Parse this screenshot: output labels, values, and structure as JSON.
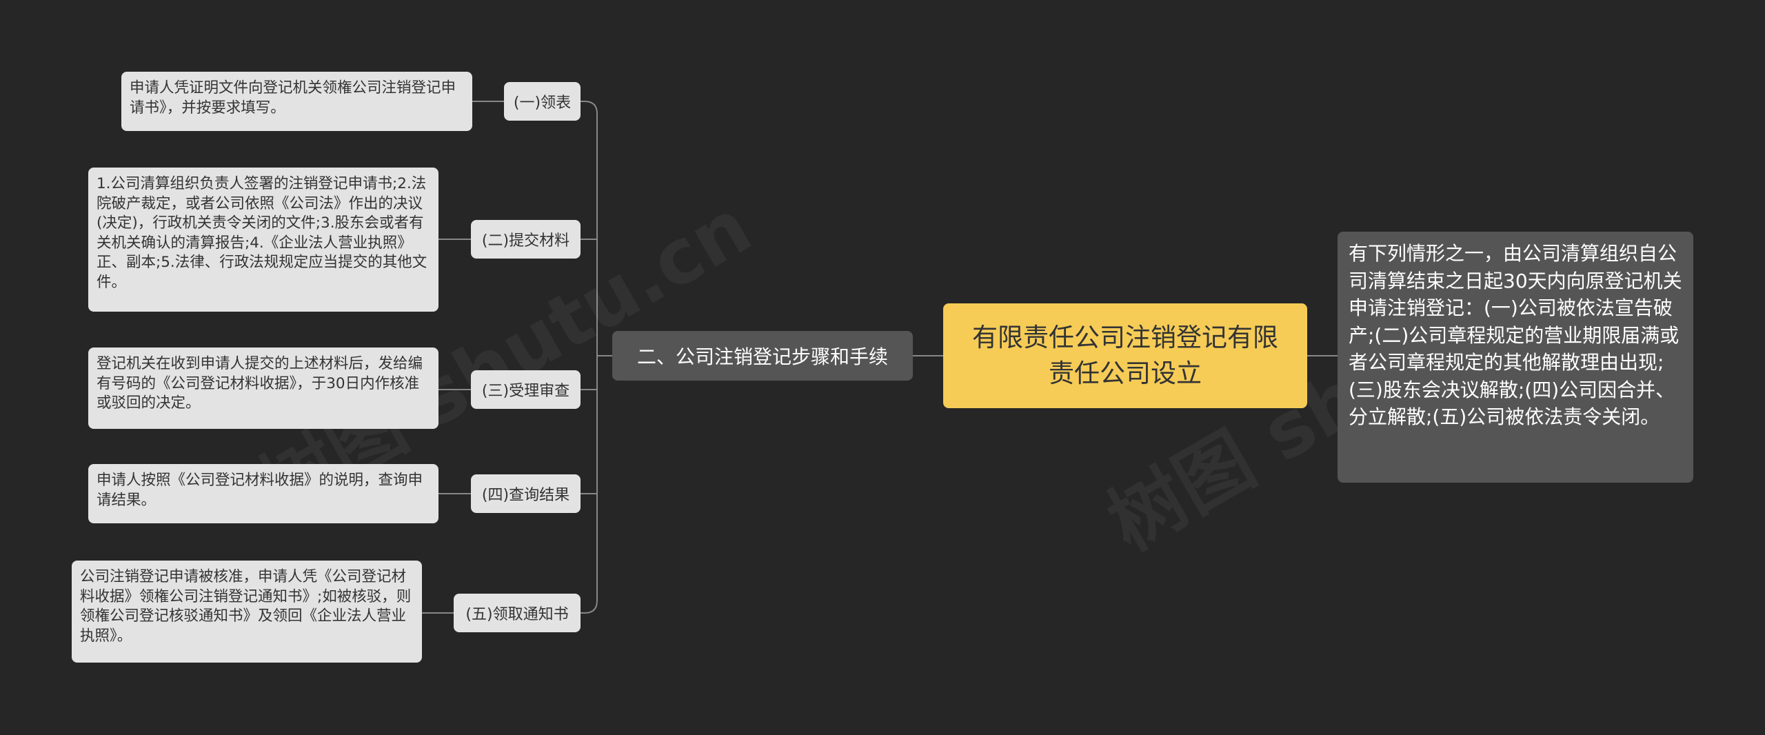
{
  "colors": {
    "background": "#262626",
    "root": "#f6cc57",
    "dark_node": "#555555",
    "light_node": "#e3e3e3",
    "connector": "#888888"
  },
  "mindmap": {
    "root": "有限责任公司注销登记有限责任公司设立",
    "description": "有下列情形之一，由公司清算组织自公司清算结束之日起30天内向原登记机关申请注销登记：(一)公司被依法宣告破产;(二)公司章程规定的营业期限届满或者公司章程规定的其他解散理由出现;(三)股东会决议解散;(四)公司因合并、分立解散;(五)公司被依法责令关闭。",
    "branch": "二、公司注销登记步骤和手续",
    "steps": [
      {
        "label": "(一)领表",
        "detail": "申请人凭证明文件向登记机关领権公司注销登记申请书》，并按要求填写。"
      },
      {
        "label": "(二)提交材料",
        "detail": "1.公司清算组织负责人签署的注销登记申请书;2.法院破产裁定，或者公司依照《公司法》作出的决议(决定)，行政机关责令关闭的文件;3.股东会或者有关机关确认的清算报告;4.《企业法人营业执照》正、副本;5.法律、行政法规规定应当提交的其他文件。"
      },
      {
        "label": "(三)受理审查",
        "detail": "登记机关在收到申请人提交的上述材料后，发给编有号码的《公司登记材料收据》，于30日内作核准或驳回的决定。"
      },
      {
        "label": "(四)查询结果",
        "detail": "申请人按照《公司登记材料收据》的说明，查询申请结果。"
      },
      {
        "label": "(五)领取通知书",
        "detail": "公司注销登记申请被核准，申请人凭《公司登记材料收据》领権公司注销登记通知书》;如被核驳，则领権公司登记核驳通知书》及领回《企业法人营业执照》。"
      }
    ],
    "watermark": "树图 shutu.cn"
  }
}
